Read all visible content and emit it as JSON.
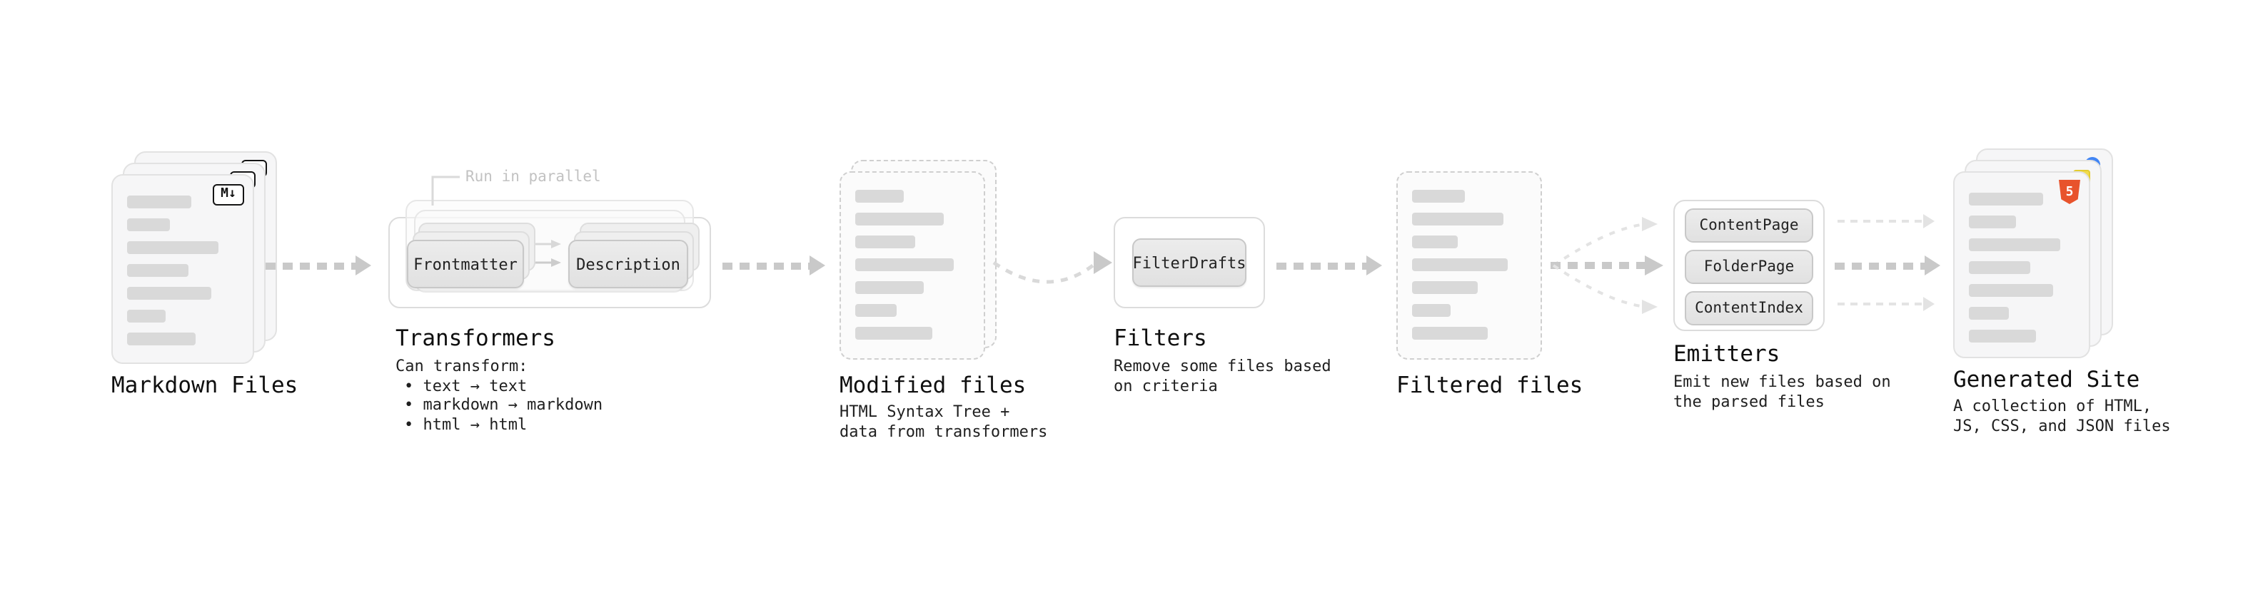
{
  "stages": {
    "markdown": {
      "title": "Markdown Files",
      "badge": "M↓"
    },
    "transformers": {
      "title": "Transformers",
      "note": "Run in parallel",
      "nodes": [
        "Frontmatter",
        "Description"
      ],
      "caption_heading": "Can transform:",
      "bullets": [
        "• text → text",
        "• markdown → markdown",
        "• html → html"
      ]
    },
    "modified": {
      "title": "Modified files",
      "caption": "HTML Syntax Tree +\ndata from transformers"
    },
    "filters": {
      "title": "Filters",
      "nodes": [
        "FilterDrafts"
      ],
      "caption": "Remove some files based\non criteria"
    },
    "filtered": {
      "title": "Filtered files"
    },
    "emitters": {
      "title": "Emitters",
      "nodes": [
        "ContentPage",
        "FolderPage",
        "ContentIndex"
      ],
      "caption": "Emit new files based on\nthe parsed files"
    },
    "generated": {
      "title": "Generated Site",
      "badge": "5",
      "caption": "A collection of HTML,\nJS, CSS, and JSON files"
    }
  },
  "icons": {
    "markdown_badge": "markdown-icon",
    "html5_badge": "html5-icon",
    "js_badge": "javascript-icon",
    "json_badge": "json-icon"
  },
  "colors": {
    "arrow": "#c9c9c9",
    "arrow_light": "#e3e3e3",
    "card_bar": "#d9d9d9",
    "html5_orange": "#e8532c",
    "js_yellow": "#f0db4f",
    "json_blue": "#4285f4"
  }
}
